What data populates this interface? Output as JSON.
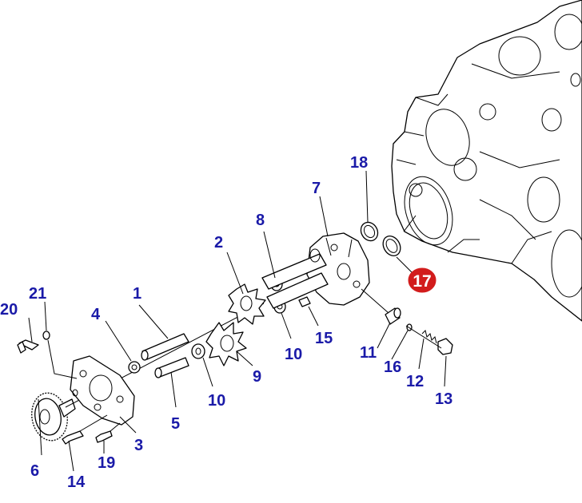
{
  "callouts": {
    "c1": "1",
    "c2": "2",
    "c3": "3",
    "c4": "4",
    "c5": "5",
    "c6": "6",
    "c7": "7",
    "c8": "8",
    "c9": "9",
    "c10a": "10",
    "c10b": "10",
    "c11": "11",
    "c12": "12",
    "c13": "13",
    "c14": "14",
    "c15": "15",
    "c16": "16",
    "c17": "17",
    "c18": "18",
    "c19": "19",
    "c20": "20",
    "c21": "21"
  },
  "highlight": {
    "part": "17",
    "color": "#d21c1c"
  },
  "colors": {
    "label": "#1a1aa8",
    "line": "#000000",
    "background": "#ffffff"
  }
}
